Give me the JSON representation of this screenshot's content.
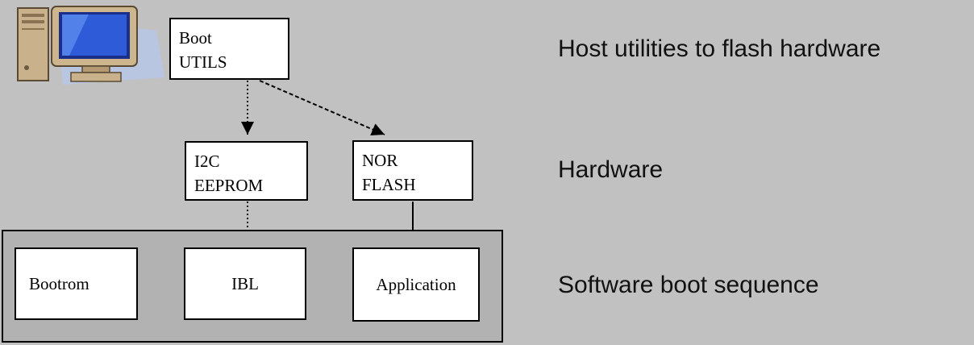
{
  "diagram": {
    "boxes": {
      "boot_utils": {
        "line1": "Boot",
        "line2": "UTILS"
      },
      "i2c_eeprom": {
        "line1": "I2C",
        "line2": "EEPROM"
      },
      "nor_flash": {
        "line1": "NOR",
        "line2": "FLASH"
      },
      "bootrom": {
        "label": "Bootrom"
      },
      "ibl": {
        "label": "IBL"
      },
      "application": {
        "label": "Application"
      }
    },
    "side_labels": {
      "host_utilities": "Host utilities to flash hardware",
      "hardware": "Hardware",
      "software_boot_sequence": "Software boot sequence"
    },
    "icons": {
      "computer": "desktop-computer-icon"
    },
    "colors": {
      "background": "#c1c1c1",
      "container_fill": "#b2b2b2",
      "box_fill": "#ffffff",
      "box_border": "#000000",
      "text": "#000000",
      "icon_shadow": "#b9c6e2",
      "screen_blue": "#2e5bd7"
    }
  }
}
